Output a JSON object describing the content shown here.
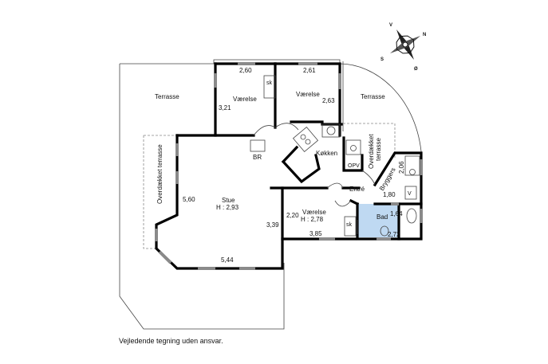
{
  "rooms": {
    "terrace_left": "Terrasse",
    "terrace_right": "Terrasse",
    "bedroom_1": "Værelse",
    "bedroom_2": "Værelse",
    "bedroom_3": "Værelse",
    "bedroom_3_height": "H : 2,78",
    "living": "Stue",
    "living_height": "H : 2,93",
    "kitchen": "Køkken",
    "entrance": "Entré",
    "bath": "Bad",
    "utility": "Bryggers",
    "covered_terrace_left": "Overdækket terrasse",
    "covered_terrace_right_1": "Overdækket",
    "covered_terrace_right_2": "terrasse",
    "fireplace": "BR",
    "storage": "OPV",
    "closet_1": "sk",
    "closet_2": "sk",
    "utility_v": "V"
  },
  "dimensions": {
    "d_2_60": "2,60",
    "d_3_21": "3,21",
    "d_2_61": "2,61",
    "d_2_63": "2,63",
    "d_5_60": "5,60",
    "d_3_39": "3,39",
    "d_5_44": "5,44",
    "d_2_20": "2,20",
    "d_3_85": "3,85",
    "d_1_64": "1,64",
    "d_2_72": "2,72",
    "d_2_06": "2,06",
    "d_1_80": "1,80"
  },
  "compass": {
    "v": "V",
    "n": "N",
    "s": "S",
    "o": "Ø"
  },
  "colors": {
    "bath_fill": "#bfd9f2",
    "wall": "#000000",
    "window": "#8a8a8a",
    "fireplace_flame": "#f0b400"
  },
  "footer": {
    "disclaimer": "Vejledende tegning uden ansvar."
  }
}
